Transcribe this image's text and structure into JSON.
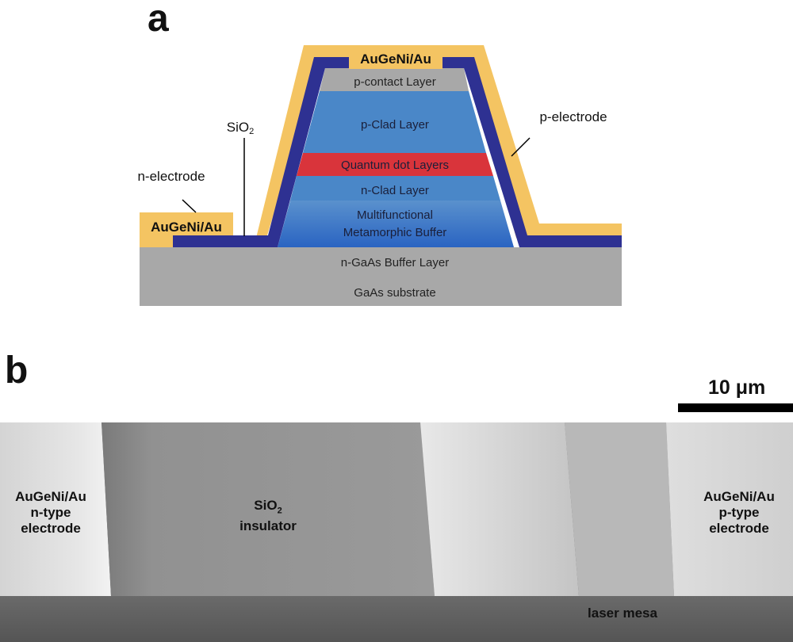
{
  "panel_a": {
    "letter": "a",
    "labels": {
      "top_contact": "AuGeNi/Au",
      "p_contact": "p-contact Layer",
      "p_clad": "p-Clad Layer",
      "qd": "Quantum dot Layers",
      "n_clad": "n-Clad Layer",
      "buffer_line1": "Multifunctional",
      "buffer_line2": "Metamorphic Buffer",
      "n_gaas": "n-GaAs Buffer Layer",
      "substrate": "GaAs substrate",
      "n_electrode": "n-electrode",
      "n_contact": "AuGeNi/Au",
      "sio2_base": "SiO",
      "sio2_sub": "2",
      "p_electrode": "p-electrode"
    },
    "colors": {
      "gold": "#f4c462",
      "navy": "#2e3192",
      "gray": "#a8a8a8",
      "blue": "#4a87c8",
      "red": "#d9343b"
    }
  },
  "panel_b": {
    "letter": "b",
    "scale": "10 μm",
    "n_electrode": [
      "AuGeNi/Au",
      "n-type",
      "electrode"
    ],
    "sio2": {
      "base": "SiO",
      "sub": "2",
      "line2": "insulator"
    },
    "p_electrode": [
      "AuGeNi/Au",
      "p-type",
      "electrode"
    ],
    "mesa": "laser mesa"
  }
}
